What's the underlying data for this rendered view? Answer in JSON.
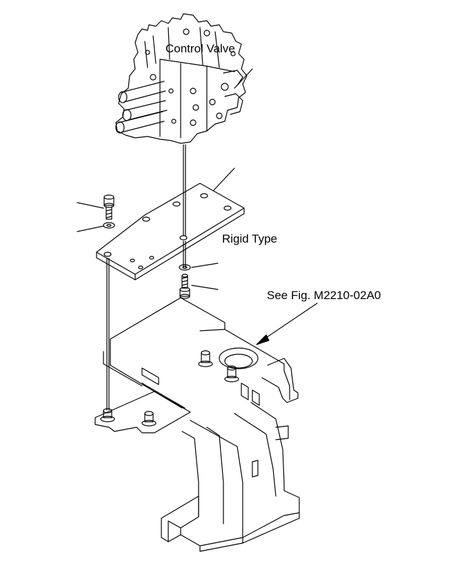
{
  "labels": {
    "control_valve": "Control Valve",
    "rigid_type": "Rigid Type",
    "see_fig": "See Fig. M2210-02A0"
  },
  "colors": {
    "line": "#000000",
    "background": "#ffffff"
  }
}
